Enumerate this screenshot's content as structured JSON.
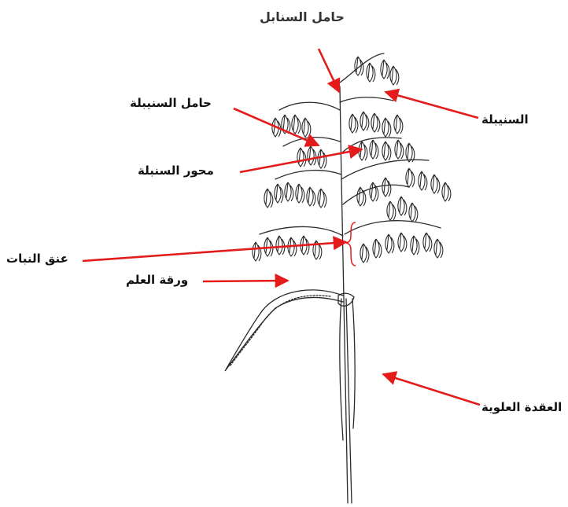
{
  "diagram": {
    "title": "حامل السنابل",
    "labels": {
      "spikelet": "السنيبلة",
      "spikelet_stalk": "حامل السنيبلة",
      "rachis": "محور السنبلة",
      "plant_neck": "عنق النبات",
      "flag_leaf": "ورقة العلم",
      "upper_node": "العقدة العلوية"
    },
    "arrow_color": "#e41b1b",
    "line_color": "#2a2a2a",
    "brace_color": "#e41b1b"
  }
}
